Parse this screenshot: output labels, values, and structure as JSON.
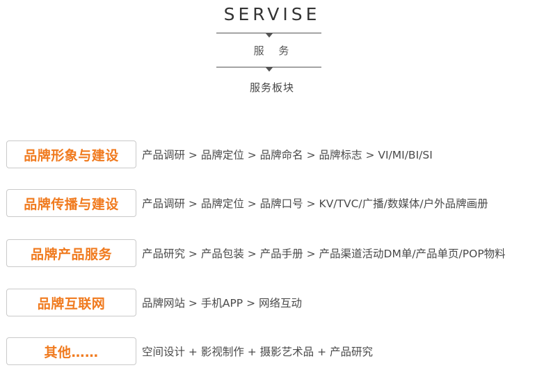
{
  "header": {
    "title_en": "SERVISE",
    "title_cn": "服 务",
    "subtitle": "服务板块"
  },
  "services": [
    {
      "name": "品牌形象与建设",
      "desc": "产品调研 > 品牌定位 > 品牌命名 > 品牌标志 > VI/MI/BI/SI"
    },
    {
      "name": "品牌传播与建设",
      "desc": "产品调研 > 品牌定位 > 品牌口号 > KV/TVC/广播/数媒体/户外品牌画册"
    },
    {
      "name": "品牌产品服务",
      "desc": "产品研究 > 产品包装 > 产品手册 > 产品渠道活动DM单/产品单页/POP物料"
    },
    {
      "name": "品牌互联网",
      "desc": "品牌网站 > 手机APP > 网络互动"
    },
    {
      "name": "其他……",
      "desc": "空间设计 + 影视制作 + 摄影艺术品 + 产品研究"
    }
  ],
  "colors": {
    "accent": "#f07a1e",
    "border": "#c9c9c9",
    "text": "#4a4a4a",
    "rule": "#555555"
  }
}
